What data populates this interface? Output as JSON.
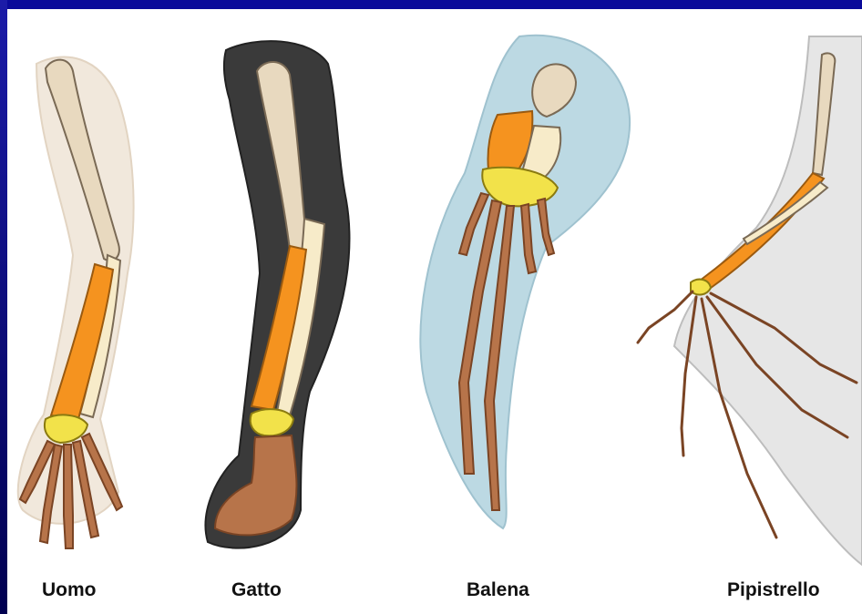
{
  "labels": {
    "uomo": "Uomo",
    "gatto": "Gatto",
    "balena": "Balena",
    "pipistrello": "Pipistrello"
  },
  "colors": {
    "humerus": "#e8d9bf",
    "radius": "#f5931f",
    "ulna": "#f7ebc9",
    "carpals": "#f2e24a",
    "phalanges": "#b7744a",
    "cat_fur": "#3a3a3a",
    "whale_skin": "#bcd9e3",
    "bat_membrane": "#e6e6e6",
    "frame": "#0a0a8c"
  }
}
